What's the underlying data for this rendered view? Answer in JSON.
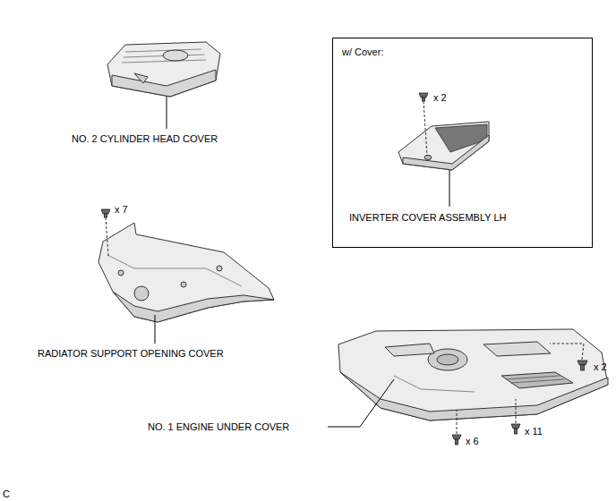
{
  "diagram": {
    "nodes": [
      {
        "text": [
          "w/ Cover:",
          "x 2",
          "INVERTER COVER ASSEMBLY LH"
        ]
      }
    ],
    "labels": [
      "NO. 2 CYLINDER HEAD COVER",
      "x 7",
      "RADIATOR SUPPORT OPENING COVER",
      "x 2",
      "NO. 1 ENGINE UNDER COVER",
      "x 6",
      "x 11",
      "C"
    ]
  }
}
